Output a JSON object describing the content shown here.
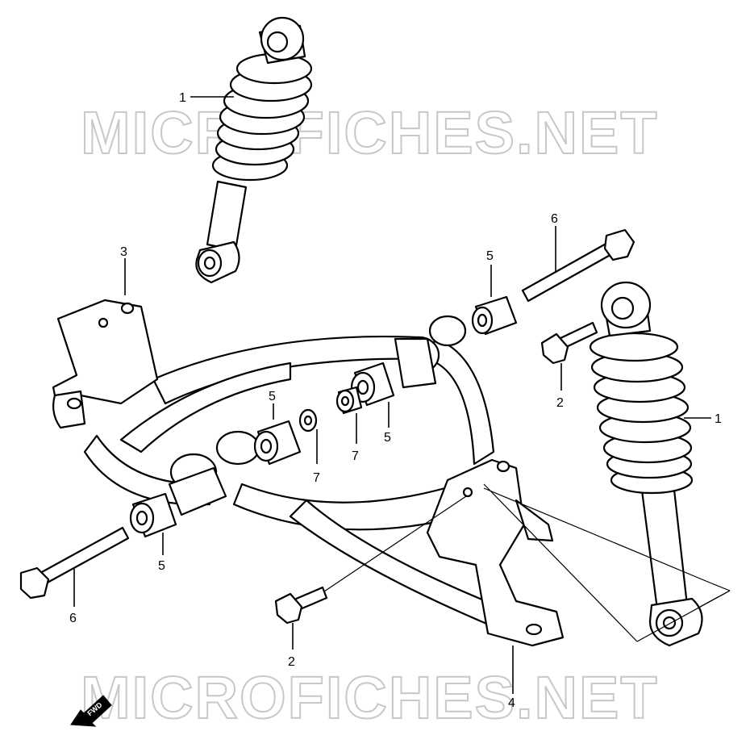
{
  "watermarks": {
    "top": "MICROFICHES.NET",
    "bottom": "MICROFICHES.NET"
  },
  "fwd": {
    "label": "FWD"
  },
  "callouts": {
    "shock_left": "1",
    "shock_right": "1",
    "bracket_left": "3",
    "bracket_right": "4",
    "bushing_top": "5",
    "bushing_mid": "5",
    "bushing_center": "5",
    "bushing_bottom": "5",
    "washer_a": "7",
    "washer_b": "7",
    "bolt_small_right": "2",
    "bolt_small_bottom": "2",
    "bolt_long_top": "6",
    "bolt_long_bottom": "6"
  }
}
